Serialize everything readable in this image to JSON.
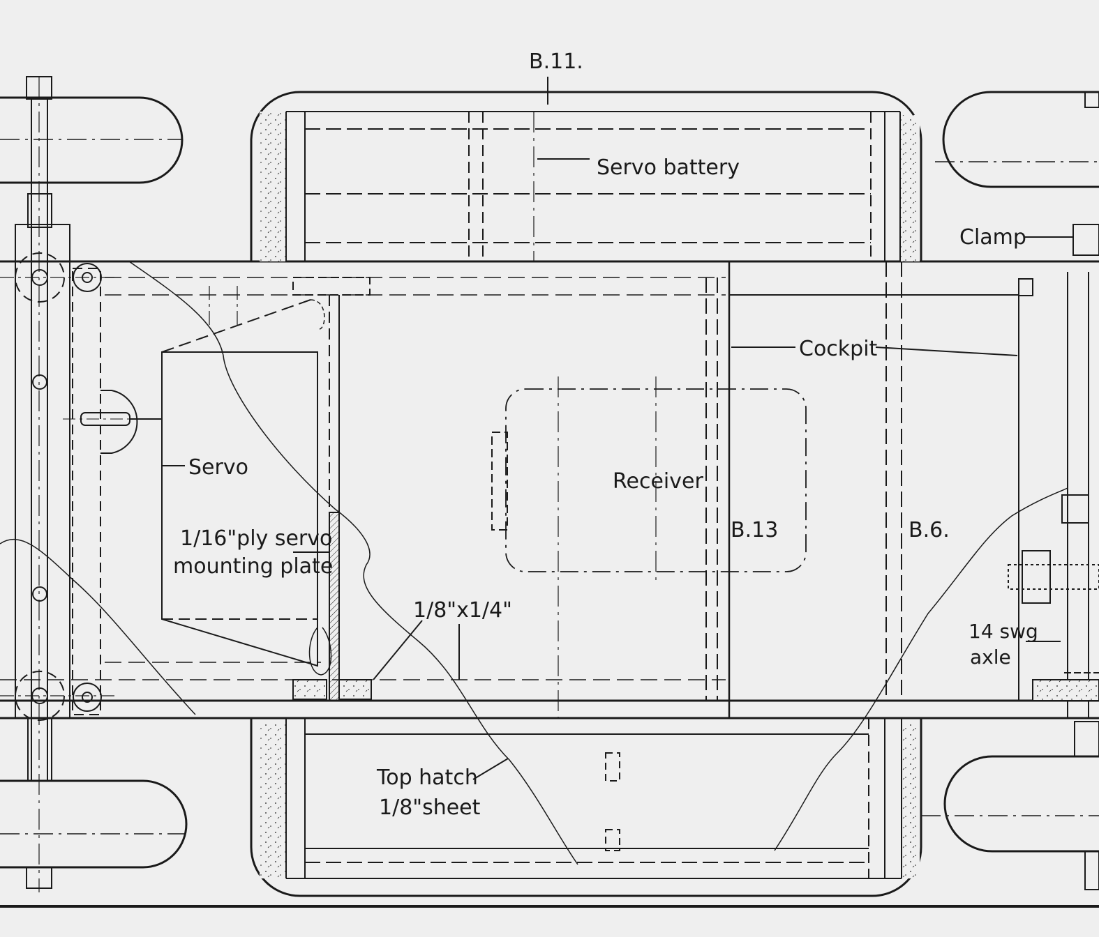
{
  "labels": {
    "b11": "B.11.",
    "servo_battery": "Servo battery",
    "clamp": "Clamp",
    "cockpit": "Cockpit",
    "servo": "Servo",
    "ply_plate_line1": "1/16\"ply servo",
    "ply_plate_line2": "mounting plate",
    "receiver": "Receiver",
    "b13": "B.13",
    "b6": "B.6.",
    "strip_size": "1/8\"x1/4\"",
    "axle_line1": "14 swg",
    "axle_line2": "axle",
    "hatch_line1": "Top hatch",
    "hatch_line2": "1/8\"sheet"
  },
  "colors": {
    "paper": "#efefef",
    "ink": "#1a1a1a"
  }
}
